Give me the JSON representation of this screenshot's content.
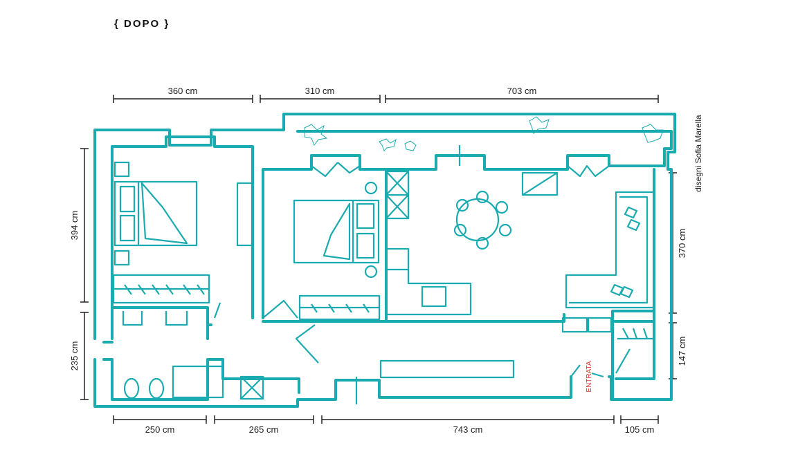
{
  "title": "{ DOPO }",
  "credit": "disegni Sofia Marella",
  "entrance_label": "ENTRATA",
  "dimensions": {
    "top": [
      "360 cm",
      "310 cm",
      "703 cm"
    ],
    "bottom": [
      "250 cm",
      "265 cm",
      "743 cm",
      "105 cm"
    ],
    "left": [
      "394 cm",
      "235 cm"
    ],
    "right": [
      "370 cm",
      "147 cm"
    ]
  },
  "colors": {
    "walls": "#1aabb0",
    "entrance": "#e0302e",
    "dimension": "#222222"
  }
}
